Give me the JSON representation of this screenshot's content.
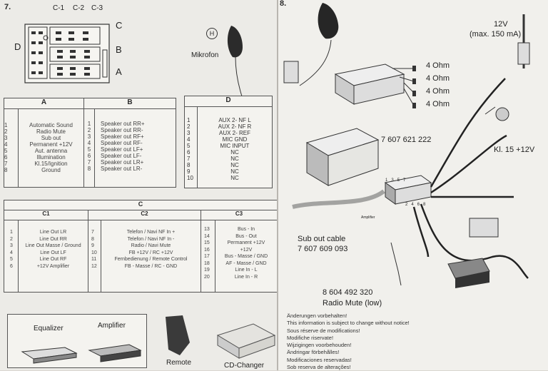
{
  "left_page": {
    "page_number": "7.",
    "connector_labels": {
      "c1": "C-1",
      "c2": "C-2",
      "c3": "C-3",
      "c": "C",
      "b": "B",
      "a": "A",
      "d": "D"
    },
    "mikrofon": {
      "label": "Mikrofon",
      "marker": "H"
    },
    "table_a": {
      "header": "A",
      "rows": [
        [
          "1",
          "Automatic Sound"
        ],
        [
          "2",
          "Radio Mute"
        ],
        [
          "3",
          "Sub out"
        ],
        [
          "4",
          "Permanent +12V"
        ],
        [
          "5",
          "Aut. antenna"
        ],
        [
          "6",
          "Illumination"
        ],
        [
          "7",
          "Kl.15/Ignition"
        ],
        [
          "8",
          "Ground"
        ]
      ]
    },
    "table_b": {
      "header": "B",
      "rows": [
        [
          "1",
          "Speaker out RR+"
        ],
        [
          "2",
          "Speaker out RR-"
        ],
        [
          "3",
          "Speaker out RF+"
        ],
        [
          "4",
          "Speaker out RF-"
        ],
        [
          "5",
          "Speaker out LF+"
        ],
        [
          "6",
          "Speaker out LF-"
        ],
        [
          "7",
          "Speaker out LR+"
        ],
        [
          "8",
          "Speaker out LR-"
        ]
      ]
    },
    "table_d": {
      "header": "D",
      "rows": [
        [
          "1",
          "AUX 2- NF L"
        ],
        [
          "2",
          "AUX 2- NF R"
        ],
        [
          "3",
          "AUX 2- REF"
        ],
        [
          "4",
          "MIC GND"
        ],
        [
          "5",
          "MIC INPUT"
        ],
        [
          "6",
          "NC"
        ],
        [
          "7",
          "NC"
        ],
        [
          "8",
          "NC"
        ],
        [
          "9",
          "NC"
        ],
        [
          "10",
          "NC"
        ]
      ]
    },
    "table_c": {
      "header": "C",
      "c1": {
        "header": "C1",
        "rows": [
          [
            "1",
            "Line Out LR"
          ],
          [
            "2",
            "Line Out RR"
          ],
          [
            "3",
            "Line Out Masse / Ground"
          ],
          [
            "4",
            "Line Out LF"
          ],
          [
            "5",
            "Line Out RF"
          ],
          [
            "6",
            "+12V Amplifier"
          ]
        ]
      },
      "c2": {
        "header": "C2",
        "rows": [
          [
            "7",
            "Telefon / Navi NF In +"
          ],
          [
            "8",
            "Telefon / Navi NF In -"
          ],
          [
            "9",
            "Radio / Navi Mute"
          ],
          [
            "10",
            "FB +12V / RC +12V"
          ],
          [
            "11",
            "Fernbedienung / Remote Control"
          ],
          [
            "12",
            "FB - Masse / RC - GND"
          ]
        ]
      },
      "c3": {
        "header": "C3",
        "rows": [
          [
            "13",
            "Bus - In"
          ],
          [
            "14",
            "Bus - Out"
          ],
          [
            "15",
            "Permanent +12V"
          ],
          [
            "16",
            "+12V"
          ],
          [
            "17",
            "Bus - Masse / GND"
          ],
          [
            "18",
            "AF - Masse / GND"
          ],
          [
            "19",
            "Line In - L"
          ],
          [
            "20",
            "Line In - R"
          ]
        ]
      }
    },
    "accessories": {
      "equalizer": "Equalizer",
      "amplifier": "Amplifier",
      "remote": "Remote",
      "cd_changer": "CD-Changer"
    }
  },
  "right_page": {
    "page_number": "8.",
    "power_label": "12V",
    "power_limit": "(max. 150 mA)",
    "speakers": [
      "4 Ohm",
      "4 Ohm",
      "4 Ohm",
      "4 Ohm"
    ],
    "harness_part": "7 607 621 222",
    "ignition": "Kl. 15 +12V",
    "amplifier_small": "Amplifier",
    "sub_out_label": "Sub out cable",
    "sub_out_part": "7 607 609 093",
    "mute_part": "8 604 492 320",
    "mute_label": "Radio Mute (low)",
    "box_pins": [
      "1",
      "3",
      "5",
      "7",
      "2",
      "4",
      "6",
      "8"
    ],
    "disclaimer": [
      "Änderungen vorbehalten!",
      "This information is subject to change without notice!",
      "Sous réserve de modifications!",
      "Modifiche riservate!",
      "Wijzigingen voorbehouden!",
      "Ändringar förbehålles!",
      "Modificaciones reservadas!",
      "Sob reserva de alterações!"
    ]
  }
}
